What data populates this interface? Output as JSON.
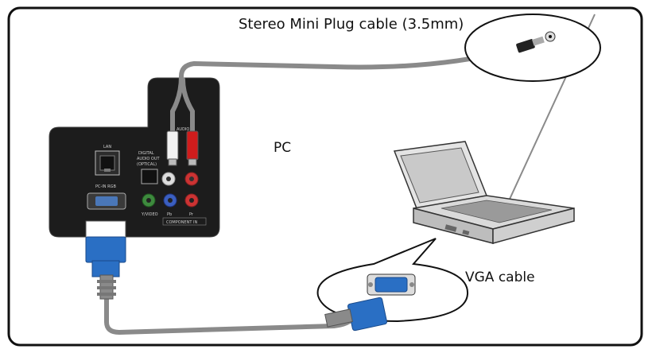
{
  "labels": {
    "audio_cable": "Stereo Mini Plug cable (3.5mm)",
    "pc": "PC",
    "vga_cable": "VGA cable"
  },
  "panel": {
    "lan": "LAN",
    "pc_in_rgb": "PC-IN RGB",
    "digital_audio_out": "DIGITAL",
    "digital_audio_out_2": "AUDIO OUT",
    "digital_audio_out_3": "(OPTICAL)",
    "audio_in": "AUDIO IN",
    "y_video": "Y/VIDEO",
    "pb": "Pb",
    "pr": "Pr",
    "component_in": "COMPONENT IN"
  },
  "colors": {
    "panel": "#1c1c1c",
    "cable": "#8a8a8a",
    "vga_blue": "#2a6fc4",
    "plug_red": "#d01c1c"
  }
}
